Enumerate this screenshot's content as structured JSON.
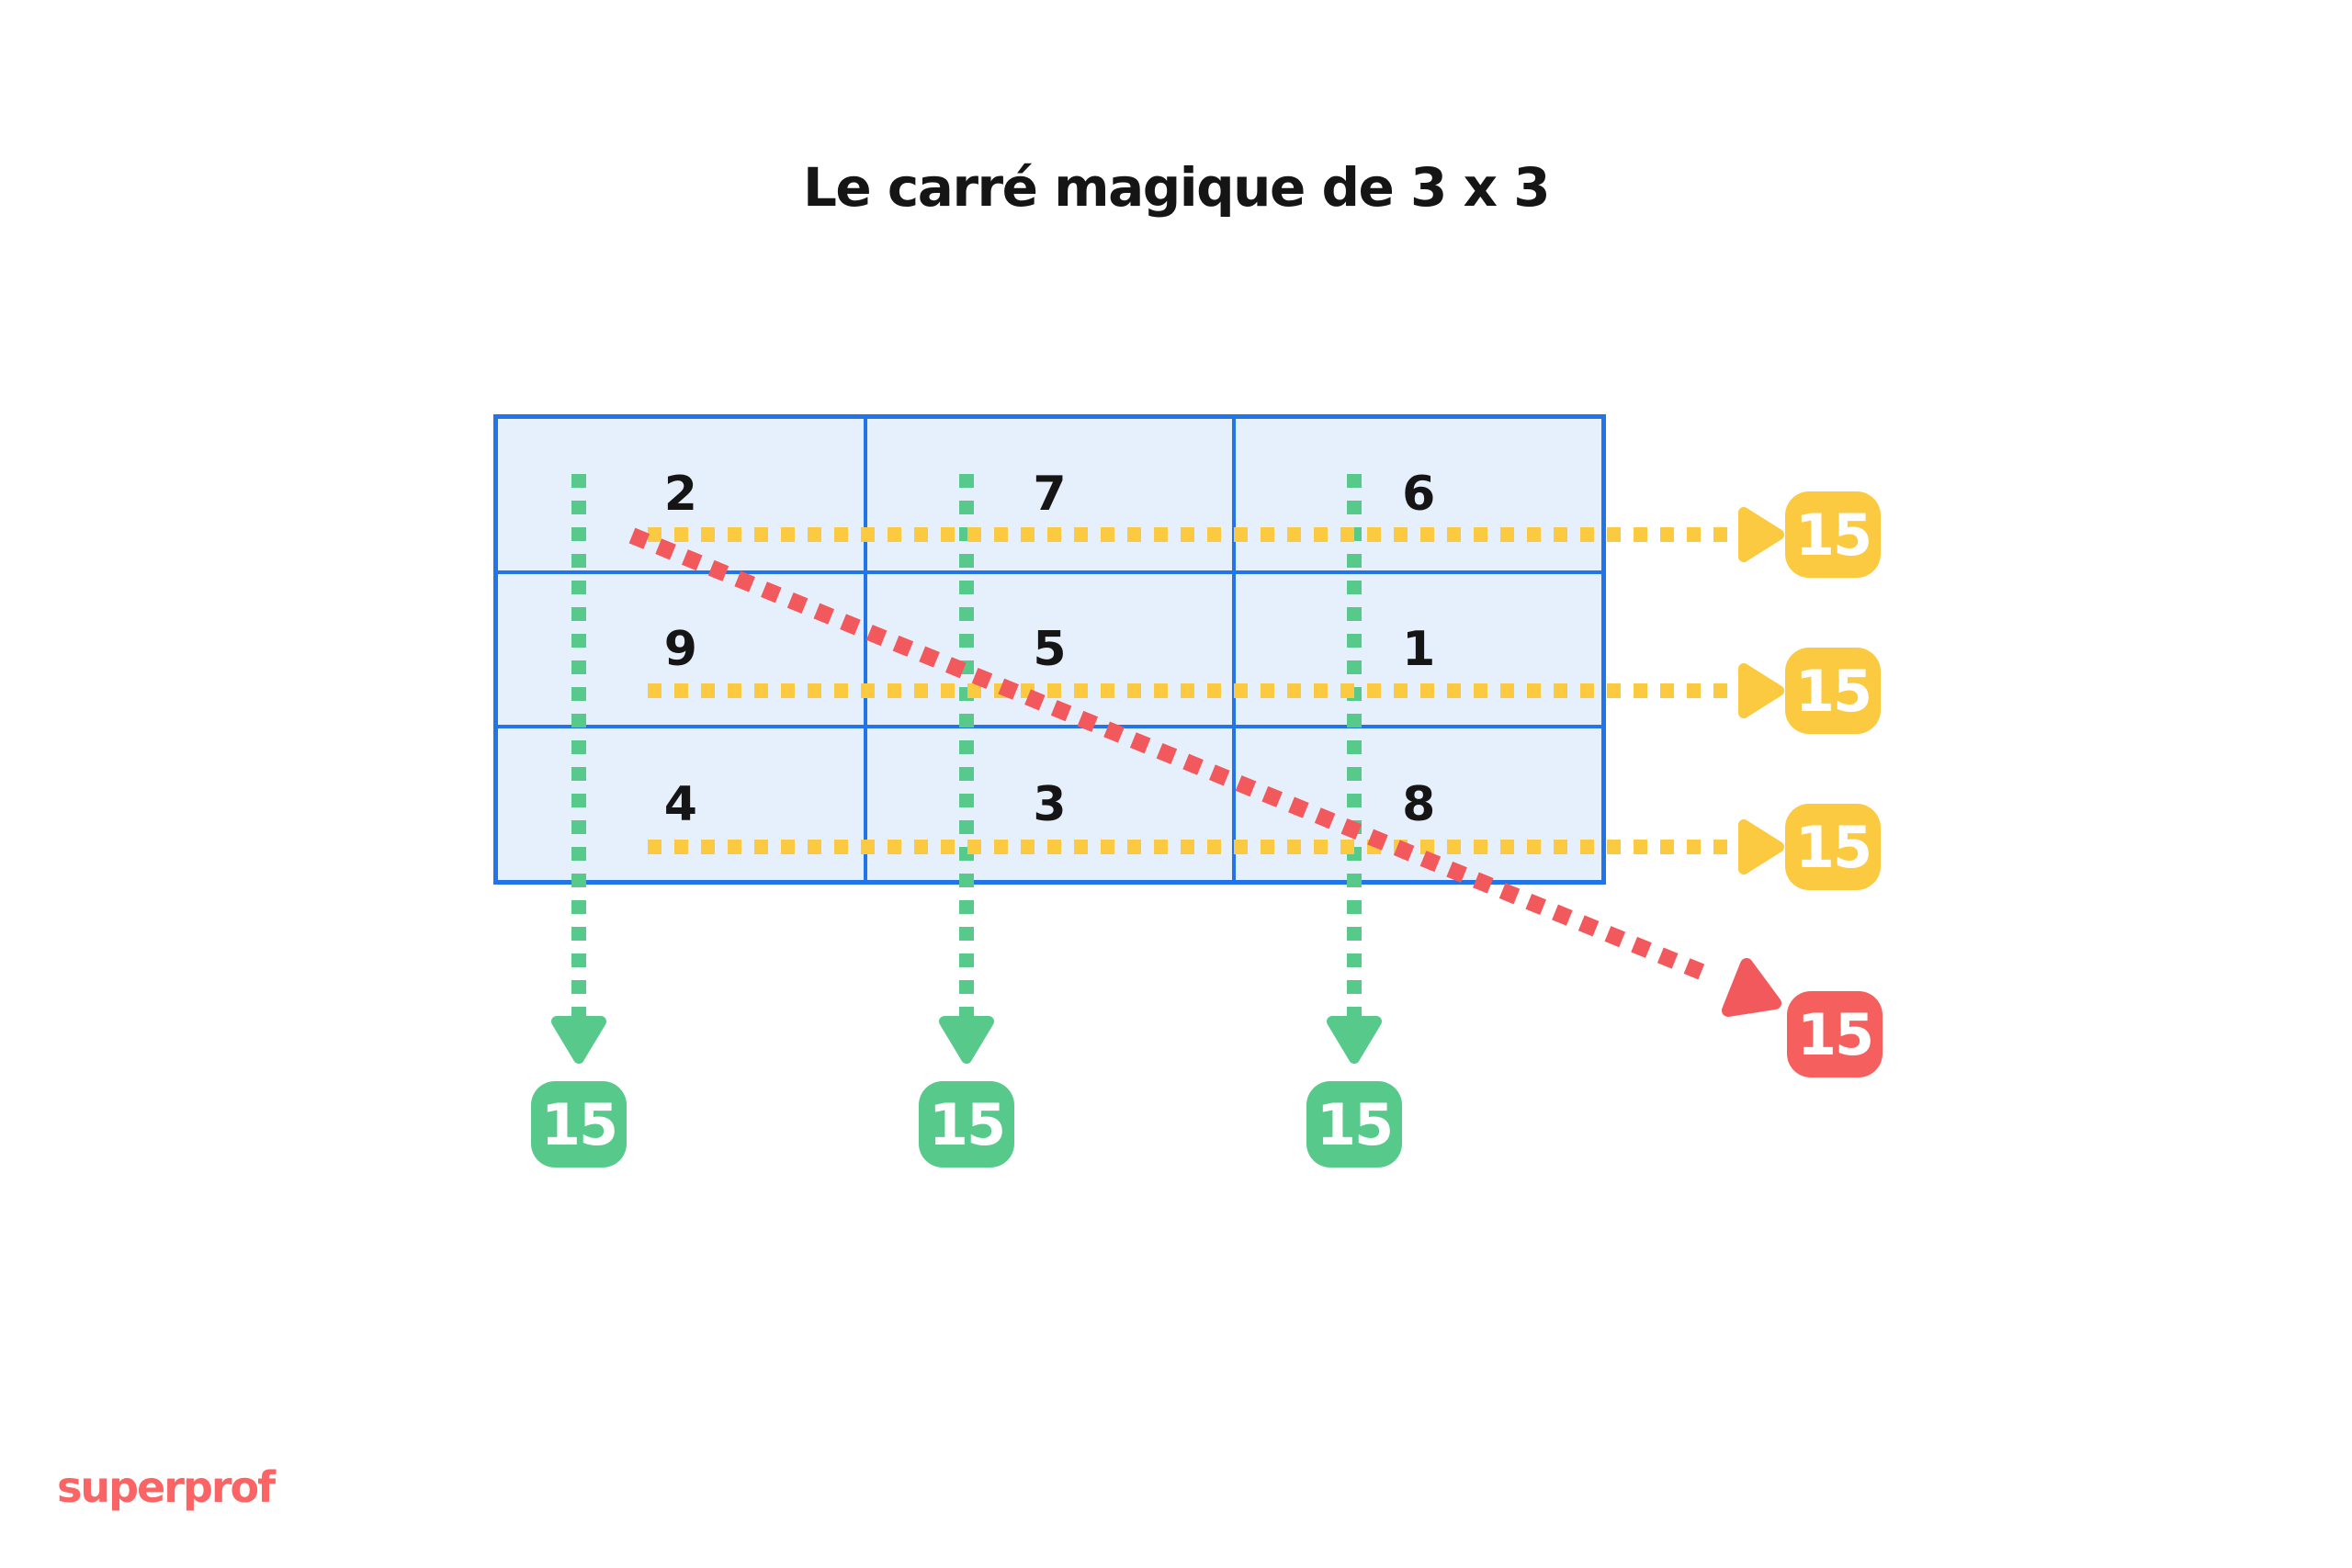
{
  "title": "Le carré magique de 3 x 3",
  "brand": {
    "name": "superprof"
  },
  "magic_square": {
    "cells": [
      [
        "2",
        "7",
        "6"
      ],
      [
        "9",
        "5",
        "1"
      ],
      [
        "4",
        "3",
        "8"
      ]
    ],
    "row_sums": [
      "15",
      "15",
      "15"
    ],
    "column_sums": [
      "15",
      "15",
      "15"
    ],
    "diagonal_sum": "15"
  },
  "colors": {
    "background": "#FFFFFF",
    "grid-border": "#2274E9",
    "cell-fill": "#E6EFFC",
    "number-text": "#151515",
    "title-text": "#151515",
    "row-sum": "#FBCA40",
    "column-sum": "#56C98B",
    "diagonal-sum": "#F5605F",
    "diagonal-line": "#F2595C",
    "badge-text": "#FFFFFF",
    "brand": "#FA6464"
  }
}
